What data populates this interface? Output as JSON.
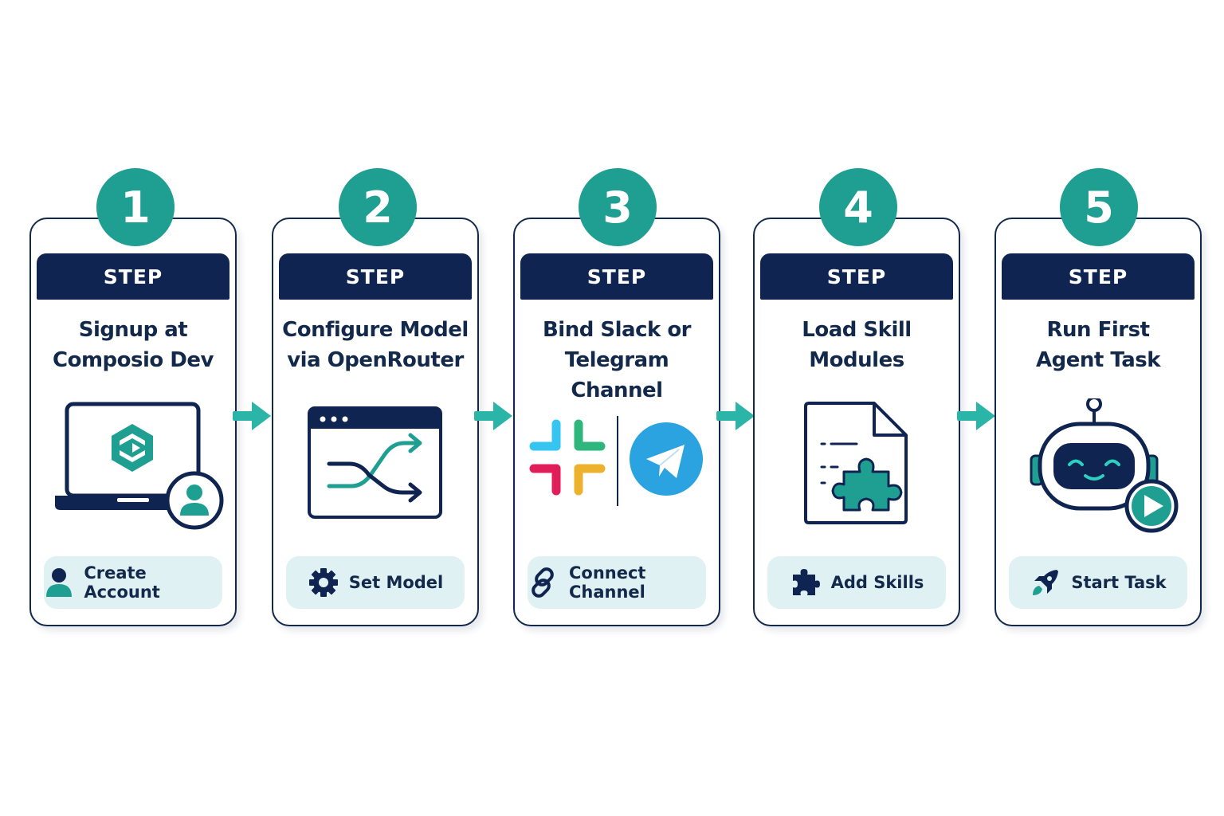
{
  "colors": {
    "navy": "#0f2451",
    "teal": "#1f9e92",
    "teal_bright": "#2bb5a8",
    "button_bg": "#dff1f2"
  },
  "steps": [
    {
      "number": "1",
      "banner": "STEP",
      "title_lines": [
        "Signup at",
        "Composio Dev"
      ],
      "button_label": "Create Account",
      "button_icon": "user-icon",
      "illustration": "laptop-with-composio-logo-and-user-icon"
    },
    {
      "number": "2",
      "banner": "STEP",
      "title_lines": [
        "Configure Model",
        "via OpenRouter"
      ],
      "button_label": "Set Model",
      "button_icon": "gear-icon",
      "illustration": "browser-window-with-shuffle-arrows-icon"
    },
    {
      "number": "3",
      "banner": "STEP",
      "title_lines": [
        "Bind Slack or",
        "Telegram Channel"
      ],
      "button_label": "Connect Channel",
      "button_icon": "link-icon",
      "illustration": "slack-and-telegram-logos"
    },
    {
      "number": "4",
      "banner": "STEP",
      "title_lines": [
        "Load Skill",
        "Modules"
      ],
      "button_label": "Add Skills",
      "button_icon": "puzzle-icon",
      "illustration": "document-with-puzzle-piece-icon"
    },
    {
      "number": "5",
      "banner": "STEP",
      "title_lines": [
        "Run First",
        "Agent Task"
      ],
      "button_label": "Start Task",
      "button_icon": "rocket-icon",
      "illustration": "robot-with-play-button-icon"
    }
  ]
}
